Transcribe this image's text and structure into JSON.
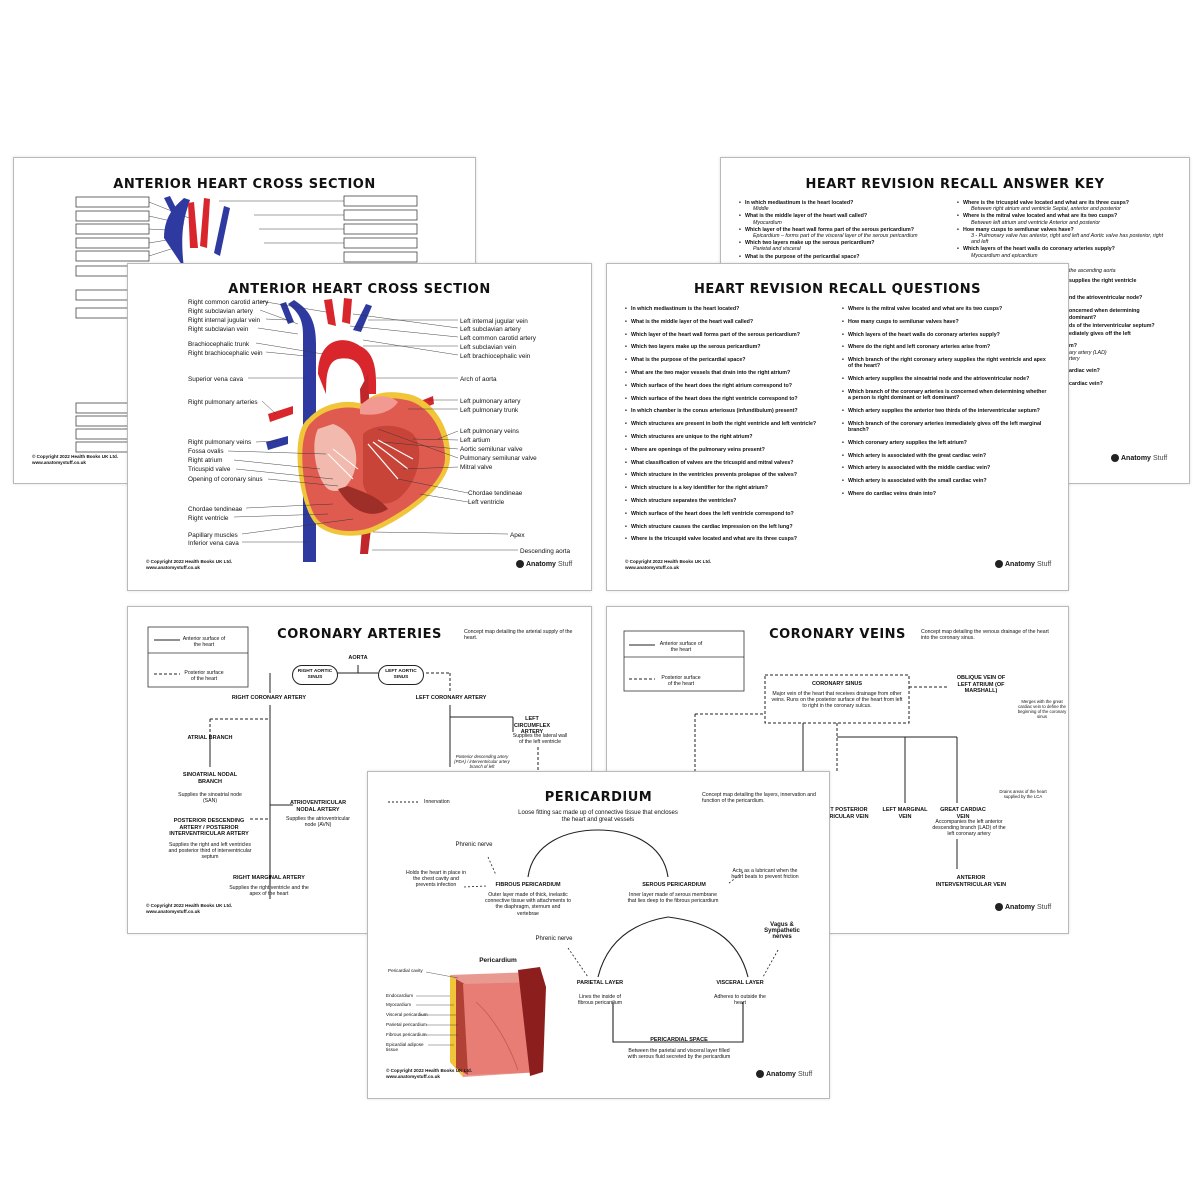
{
  "brand": {
    "anatomy": "Anatomy",
    "stuff": "Stuff"
  },
  "copyright": {
    "line1": "© Copyright 2022 Health Books UK Ltd.",
    "line2": "www.anatomystuff.co.uk"
  },
  "sheet_back_left": {
    "title": "ANTERIOR HEART CROSS SECTION"
  },
  "sheet_front_left": {
    "title": "ANTERIOR HEART CROSS SECTION",
    "left_labels": [
      "Right common carotid artery",
      "Right subclavian artery",
      "Right internal jugular vein",
      "Right subclavian vein",
      "Brachiocephalic trunk",
      "Right brachiocephalic vein",
      "Superior vena cava",
      "Right pulmonary arteries",
      "Right pulmonary veins",
      "Fossa ovalis",
      "Right atrium",
      "Tricuspid valve",
      "Opening of coronary sinus",
      "Chordae tendineae",
      "Right ventricle",
      "Papillary muscles",
      "Inferior vena cava"
    ],
    "right_labels": [
      "Left internal jugular vein",
      "Left subclavian artery",
      "Left common carotid artery",
      "Left subclavian vein",
      "Left brachiocephalic vein",
      "Arch of aorta",
      "Left pulmonary artery",
      "Left pulmonary trunk",
      "Left pulmonary veins",
      "Left artium",
      "Aortic semilunar valve",
      "Pulmonary semilunar valve",
      "Mitral valve",
      "Chordae tendineae",
      "Left ventricle",
      "Apex",
      "Descending aorta"
    ]
  },
  "sheet_answer_key": {
    "title": "HEART REVISION RECALL ANSWER KEY",
    "col1": [
      {
        "q": "In which mediastinum is the heart located?",
        "a": "Middle"
      },
      {
        "q": "What is the middle layer of the heart wall called?",
        "a": "Myocardium"
      },
      {
        "q": "Which layer of the heart wall forms part of the serous pericardium?",
        "a": "Epicardium – forms part of the visceral layer of the serous pericardium"
      },
      {
        "q": "Which two layers make up the serous pericardium?",
        "a": "Parietal and visceral"
      },
      {
        "q": "What is the purpose of the pericardial space?",
        "a": ""
      }
    ],
    "col2": [
      {
        "q": "Where is the tricuspid valve located and what are its three cusps?",
        "a": "Between right atrium and ventricle     Septal, anterior and posterior"
      },
      {
        "q": "Where is the mitral valve located and what are its two cusps?",
        "a": "Between left atrium and ventricle     Anterior and posterior"
      },
      {
        "q": "How many cusps to semilunar valves have?",
        "a": "3 - Pulmonary valve has anterior, right and left and Aortic valve has posterior, right and left"
      },
      {
        "q": "Which layers of the heart walls do coronary arteries supply?",
        "a": "Myocardium and epicardium"
      }
    ],
    "peek": [
      "the ascending aorta",
      "supplies the right ventricle",
      "nd the atrioventricular node?",
      "oncerned when determining",
      "dominant?",
      "ds of the interventricular septum?",
      "ediately gives off the left",
      "m?",
      "ary artery (LAD)",
      "rtery",
      "ardiac vein?",
      "cardiac vein?"
    ]
  },
  "sheet_questions": {
    "title": "HEART REVISION RECALL QUESTIONS",
    "col1": [
      "In which mediastinum is the heart located?",
      "What is the middle layer of the heart wall called?",
      "Which layer of the heart wall forms part of the serous pericardium?",
      "Which two layers make up the serous pericardium?",
      "What is the purpose of the pericardial space?",
      "What are the two major vessels that drain into the right atrium?",
      "Which surface of the heart does the right atrium correspond to?",
      "Which surface of the heart does the right ventricle correspond to?",
      "In which chamber is the conus arteriosus (infundibulum) present?",
      "Which structures are present in both the right ventricle and left ventricle?",
      "Which structures are unique to the right atrium?",
      "Where are openings of the pulmonary veins present?",
      "What classification of valves are the tricuspid and mitral valves?",
      "Which structure in the ventricles prevents prolapse of the valves?",
      "Which structure is a key identifier for the right atrium?",
      "Which structure separates the ventricles?",
      "Which surface of the heart does the left ventricle correspond to?",
      "Which structure causes the cardiac impression on the left lung?",
      "Where is the tricuspid valve located and what are its three cusps?"
    ],
    "col2": [
      "Where is the mitral valve located and what are its two cusps?",
      "How many cusps to semilunar valves have?",
      "Which layers of the heart walls do coronary arteries supply?",
      "Where do the right and left coronary arteries arise from?",
      "Which branch of the right coronary artery supplies the right ventricle and apex of the heart?",
      "Which artery supplies the sinoatrial node and the atrioventricular node?",
      "Which branch of the coronary arteries is concerned when determining whether a person is right dominant or left dominant?",
      "Which artery supplies the anterior two thirds of the interventricular septum?",
      "Which branch of the coronary arteries immediately gives off the left marginal branch?",
      "Which coronary artery supplies the left atrium?",
      "Which artery is associated with the great cardiac vein?",
      "Which artery is associated with the middle cardiac vein?",
      "Which artery is associated with the small cardiac vein?",
      "Where do cardiac veins drain into?"
    ]
  },
  "sheet_arteries": {
    "title": "CORONARY ARTERIES",
    "intro": "Concept map detailing the arterial supply of the heart.",
    "legend": {
      "solid": "Anterior surface of the heart",
      "dashed": "Posterior surface of the heart"
    },
    "nodes": {
      "aorta": "AORTA",
      "ras": "RIGHT AORTIC SINUS",
      "las": "LEFT AORTIC SINUS",
      "rca": "RIGHT CORONARY ARTERY",
      "lca": "LEFT CORONARY ARTERY",
      "lcx": "LEFT CIRCUMFLEX ARTERY",
      "lcx_desc": "Supplies the lateral wall of the left ventricle",
      "pda_note": "Posterior descending artery (PDA) / interventricular artery branch of left",
      "atrial": "ATRIAL BRANCH",
      "san": "SINOATRIAL NODAL BRANCH",
      "san_desc": "Supplies the sinoatrial node (SAN)",
      "avn": "ATRIOVENTRICULAR NODAL ARTERY",
      "avn_desc": "Supplies the atrioventricular node (AVN)",
      "pda": "POSTERIOR DESCENDING ARTERY / POSTERIOR INTERVENTRICULAR ARTERY",
      "pda_desc": "Supplies the right and left ventricles and posterior third of interventricular septum",
      "rma": "RIGHT MARGINAL ARTERY",
      "rma_desc": "Supplies the right ventricle and the apex of the heart"
    }
  },
  "sheet_veins": {
    "title": "CORONARY VEINS",
    "intro": "Concept map detailing the venous drainage of the heart into the coronary sinus.",
    "legend": {
      "solid": "Anterior surface of the heart",
      "dashed": "Posterior surface of the heart"
    },
    "nodes": {
      "cs": "CORONARY SINUS",
      "cs_desc": "Major vein of the heart that receives drainage from other veins. Runs on the posterior surface of the heart from left to right in the coronary sulcus.",
      "oblique": "OBLIQUE VEIN OF LEFT ATRIUM (OF MARSHALL)",
      "oblique_desc": "Merges with the great cardiac vein to define the beginning of the coronary sinus",
      "pivent": "T POSTERIOR RICULAR VEIN",
      "lmv": "LEFT MARGINAL VEIN",
      "gcv": "GREAT CARDIAC VEIN",
      "gcv_note": "Drains areas of the heart supplied by the LCA",
      "gcv_desc": "Accompanies the left anterior descending branch (LAD) of the left coronary artery",
      "aiv": "ANTERIOR INTERVENTRICULAR VEIN"
    }
  },
  "sheet_pericardium": {
    "title": "PERICARDIUM",
    "intro": "Concept map detailing the layers, innervation and function of the pericardium.",
    "legend": "Innervation",
    "top_desc": "Loose fitting sac made up of connective tissue that encloses the heart and great vessels",
    "phrenic1": "Phrenic nerve",
    "phrenic2": "Phrenic nerve",
    "vagus": "Vagus & Sympathetic nerves",
    "fibrous": "FIBROUS PERICARDIUM",
    "fibrous_desc": "Outer layer made of thick, inelastic connective tissue with attachments to the diaphragm, sternum and vertebrae",
    "fibrous_note": "Holds the heart in place in the chest cavity and prevents infection",
    "serous": "SEROUS PERICARDIUM",
    "serous_desc": "Inner layer made of serous membrane that lies deep to the fibrous pericardium",
    "serous_note": "Acts as a lubricant when the heart beats to prevent friction",
    "parietal": "PARIETAL LAYER",
    "parietal_desc": "Lines the inside of fibrous pericardium",
    "visceral": "VISCERAL LAYER",
    "visceral_desc": "Adheres to outside the heart",
    "space": "PERICARDIAL SPACE",
    "space_desc": "Between the parietal and visceral layer filled with serous fluid secreted by the pericardium",
    "diagram_title": "Pericardium",
    "diagram_labels": [
      "Pericardial cavity",
      "Endocardium",
      "Myocardium",
      "Visceral pericardium",
      "Parietal pericardium",
      "Fibrous pericardium",
      "Epicardial adipose tissue"
    ]
  }
}
